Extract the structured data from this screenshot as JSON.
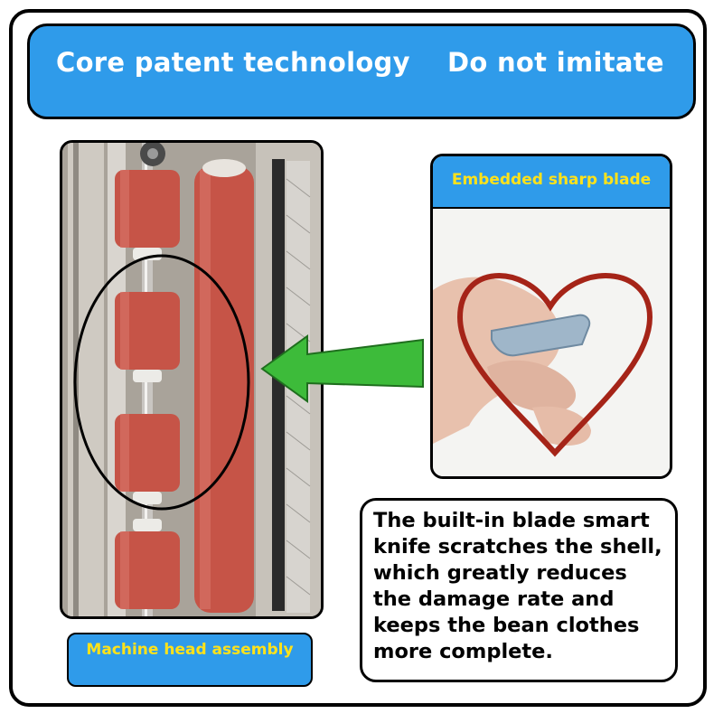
{
  "banner": {
    "left_text": "Core patent technology",
    "right_text": "Do not imitate"
  },
  "machine": {
    "caption": "Machine head assembly"
  },
  "blade": {
    "title": "Embedded sharp blade"
  },
  "description": {
    "text": "The built-in blade smart knife scratches the shell, which greatly reduces the damage rate and keeps the bean clothes more complete."
  },
  "colors": {
    "banner_blue": "#2f9bea",
    "label_yellow": "#ffe21a",
    "arrow_green": "#3dbb3a",
    "heart_red": "#a52418",
    "roller_red": "#c9574b"
  },
  "icons": {
    "arrow": "green-arrow-left",
    "heart": "heart-outline"
  }
}
